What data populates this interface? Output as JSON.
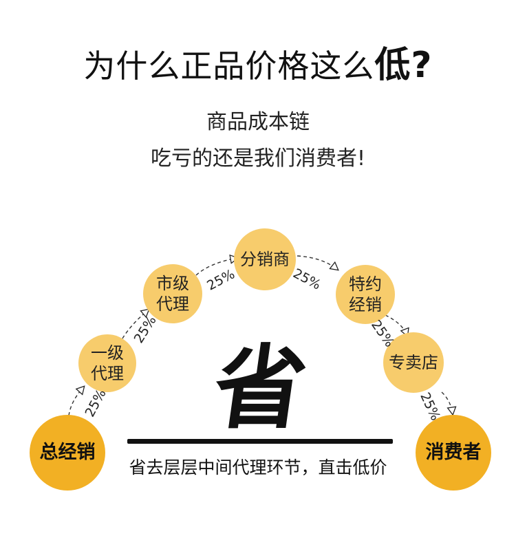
{
  "title": {
    "main": "为什么正品价格这么",
    "emphasis": "低?"
  },
  "subtitle_line1": "商品成本链",
  "subtitle_line2": "吃亏的还是我们消费者!",
  "nodes": {
    "general": "总经销",
    "level1": "一级\n代理",
    "city": "市级\n代理",
    "distributor": "分销商",
    "special": "特约\n经销",
    "store": "专卖店",
    "consumer": "消费者"
  },
  "percent_label": "25%",
  "big_char": "省",
  "caption": "省去层层中间代理环节，直击低价",
  "colors": {
    "node_light": "#f7cc6c",
    "node_dark": "#f2b024",
    "text": "#111111"
  }
}
